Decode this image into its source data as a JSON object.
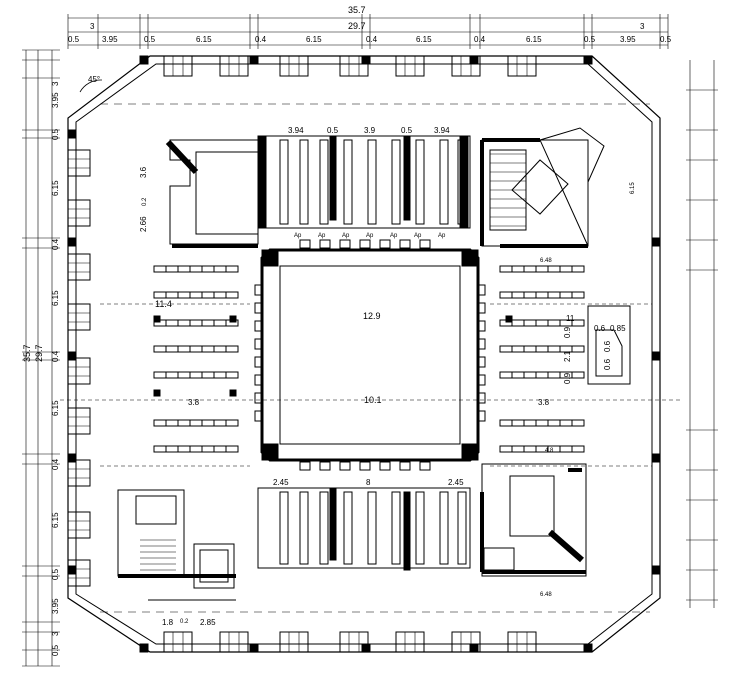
{
  "top_dims": {
    "overall": "35.7",
    "inner": "29.7",
    "left_margin": "3",
    "right_margin": "3",
    "bays": [
      "0.5",
      "3.95",
      "0.5",
      "6.15",
      "0.4",
      "6.15",
      "0.4",
      "6.15",
      "0.4",
      "6.15",
      "0.5",
      "3.95",
      "0.5"
    ]
  },
  "left_dims": {
    "overall": "35.7",
    "inner": "29.7",
    "bays": [
      "3",
      "3.95",
      "0.5",
      "6.15",
      "0.4",
      "6.15",
      "0.4",
      "6.15",
      "0.4",
      "6.15",
      "0.5",
      "3.95",
      "3",
      "0.5"
    ]
  },
  "angle": "45°",
  "upper_hall_dims": [
    "3.94",
    "0.5",
    "3.9",
    "0.5",
    "3.94"
  ],
  "left_room_dims": [
    "3.6",
    "0.2",
    "2.66"
  ],
  "center": {
    "width_top": "12.9",
    "width_bottom": "10.1",
    "left_span": "11.4"
  },
  "row_dims": {
    "left": "3.8",
    "right": "3.8"
  },
  "lower_dims": [
    "2.45",
    "8",
    "2.45"
  ],
  "lower_left_dims": [
    "1.8",
    "0.2",
    "2.85"
  ],
  "right_small_dims": [
    "11",
    "0.6",
    "0.85",
    "0.9",
    "2.1",
    "0.9",
    "0.6",
    "0.6"
  ],
  "door_labels": [
    "Ap",
    "Ap",
    "Ap",
    "Ap",
    "Ap",
    "Ap",
    "Ap"
  ],
  "stair_labels": [
    "6.48",
    "6.48",
    "6.15",
    "4.8"
  ]
}
